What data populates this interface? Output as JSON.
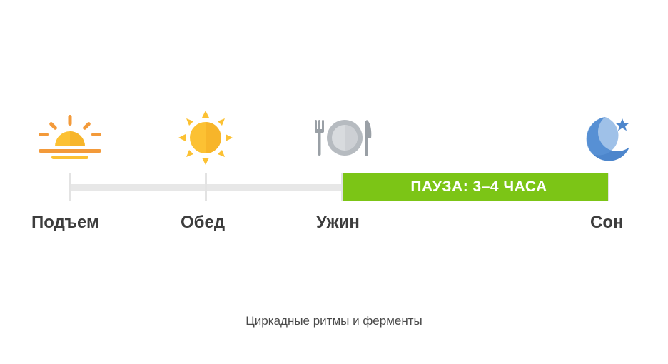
{
  "timeline": {
    "events": [
      {
        "id": "wakeup",
        "label": "Подъем",
        "icon": "sunrise-icon"
      },
      {
        "id": "lunch",
        "label": "Обед",
        "icon": "sun-icon"
      },
      {
        "id": "dinner",
        "label": "Ужин",
        "icon": "plate-fork-knife-icon"
      },
      {
        "id": "sleep",
        "label": "Сон",
        "icon": "moon-star-icon"
      }
    ],
    "pause_label": "ПАУЗА: 3–4 ЧАСА"
  },
  "caption": "Циркадные ритмы и ферменты",
  "colors": {
    "pause_bar": "#7cc516",
    "track": "#e7e7e7",
    "sun_yellow": "#fcc133",
    "sunrise_orange": "#f39a3a",
    "plate_gray": "#9aa0a6",
    "moon_blue": "#4d86cc",
    "label_text": "#3d3d3d"
  }
}
